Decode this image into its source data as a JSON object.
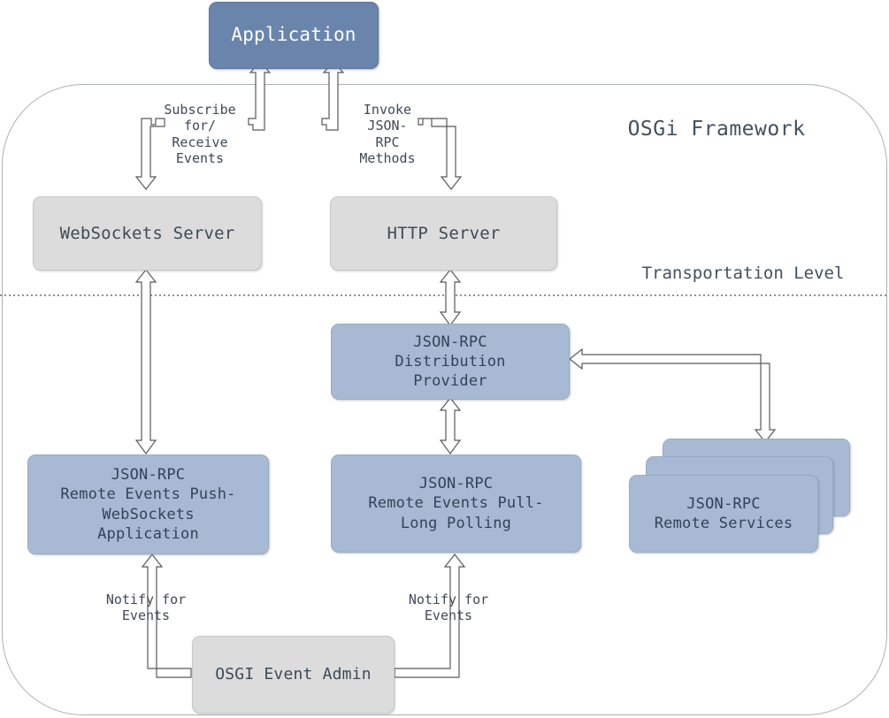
{
  "diagram": {
    "title_visible": false,
    "frame": {
      "label": "OSGi Framework",
      "level_divider_label": "Transportation Level"
    },
    "colors": {
      "application_fill": "#6a85ab",
      "service_fill": "#a8bad3",
      "server_fill": "#dcdcdc",
      "frame_stroke": "#aab0ba",
      "connector_stroke": "#595959",
      "text_dark": "#3f4a57",
      "text_light": "#ffffff"
    },
    "nodes": [
      {
        "id": "application",
        "label": "Application",
        "style": "application"
      },
      {
        "id": "websockets-server",
        "label": "WebSockets Server",
        "style": "server"
      },
      {
        "id": "http-server",
        "label": "HTTP Server",
        "style": "server"
      },
      {
        "id": "distribution-provider",
        "label": "JSON-RPC\nDistribution\nProvider",
        "style": "service"
      },
      {
        "id": "remote-events-push",
        "label": "JSON-RPC\nRemote Events Push-\nWebSockets\nApplication",
        "style": "service"
      },
      {
        "id": "remote-events-pull",
        "label": "JSON-RPC\nRemote Events Pull-\nLong Polling",
        "style": "service"
      },
      {
        "id": "remote-services",
        "label": "JSON-RPC\nRemote Services",
        "style": "service-stack",
        "stack_count": 3
      },
      {
        "id": "event-admin",
        "label": "OSGI Event Admin",
        "style": "server"
      }
    ],
    "edge_labels": {
      "subscribe": "Subscribe\nfor/\nReceive\nEvents",
      "invoke": "Invoke\nJSON-\nRPC\nMethods",
      "notify_left": "Notify for\nEvents",
      "notify_right": "Notify for\nEvents"
    }
  }
}
